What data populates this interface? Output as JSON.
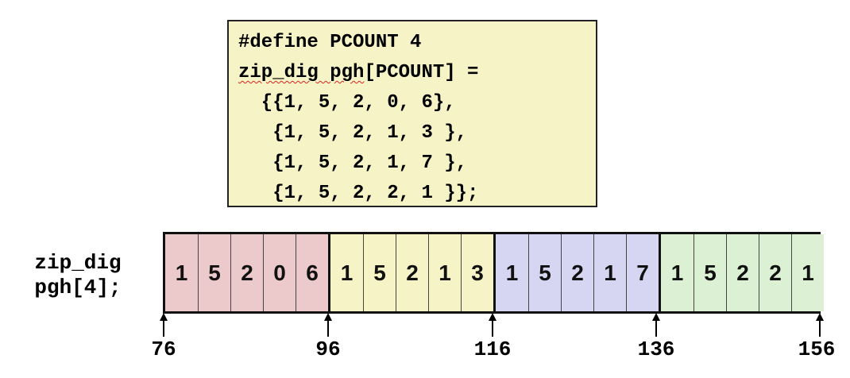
{
  "code": {
    "lines": [
      [
        "",
        "#define PCOUNT 4",
        ""
      ],
      [
        "",
        "zip_dig pgh",
        "[PCOUNT] ="
      ],
      [
        "",
        "  {{1, 5, 2, 0, 6},",
        ""
      ],
      [
        "",
        "   {1, 5, 2, 1, 3 },",
        ""
      ],
      [
        "",
        "   {1, 5, 2, 1, 7 },",
        ""
      ],
      [
        "",
        "   {1, 5, 2, 2, 1 }};",
        ""
      ]
    ]
  },
  "declaration": {
    "line1": "zip_dig",
    "line2": "pgh[4];"
  },
  "array": {
    "rows": [
      {
        "color": "#eccacc",
        "values": [
          "1",
          "5",
          "2",
          "0",
          "6"
        ]
      },
      {
        "color": "#f6f4c6",
        "values": [
          "1",
          "5",
          "2",
          "1",
          "3"
        ]
      },
      {
        "color": "#d6d6f2",
        "values": [
          "1",
          "5",
          "2",
          "1",
          "7"
        ]
      },
      {
        "color": "#dcf0d4",
        "values": [
          "1",
          "5",
          "2",
          "2",
          "1"
        ]
      }
    ]
  },
  "addresses": [
    "76",
    "96",
    "116",
    "136",
    "156"
  ]
}
